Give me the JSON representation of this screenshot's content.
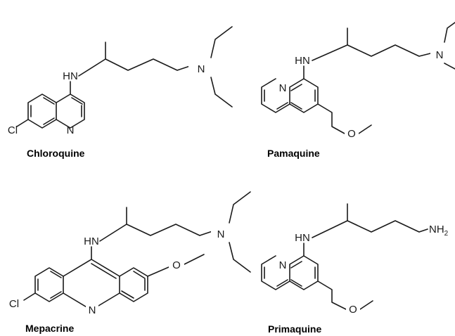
{
  "compounds": [
    {
      "name": "Chloroquine",
      "atoms": {
        "amine": "HN",
        "tertiary_n": "N",
        "ring_n": "N",
        "halogen": "Cl"
      }
    },
    {
      "name": "Pamaquine",
      "atoms": {
        "amine": "HN",
        "tertiary_n": "N",
        "ring_n": "N",
        "ether_o": "O"
      }
    },
    {
      "name": "Mepacrine",
      "atoms": {
        "amine": "HN",
        "tertiary_n": "N",
        "ring_n": "N",
        "halogen": "Cl",
        "ether_o": "O"
      }
    },
    {
      "name": "Primaquine",
      "atoms": {
        "amine": "HN",
        "terminal_amine": "NH",
        "terminal_amine_sub": "2",
        "ring_n": "N",
        "ether_o": "O"
      }
    }
  ]
}
